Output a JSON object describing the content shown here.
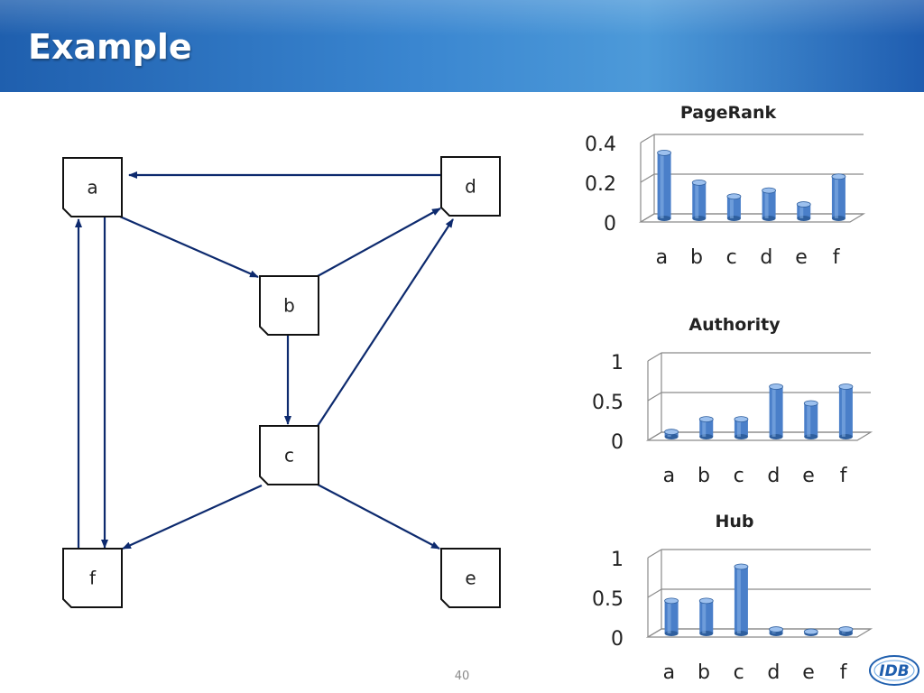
{
  "slide": {
    "title": "Example",
    "page_number": "40"
  },
  "graph": {
    "nodes": [
      {
        "id": "a",
        "label": "a"
      },
      {
        "id": "b",
        "label": "b"
      },
      {
        "id": "c",
        "label": "c"
      },
      {
        "id": "d",
        "label": "d"
      },
      {
        "id": "e",
        "label": "e"
      },
      {
        "id": "f",
        "label": "f"
      }
    ],
    "edges": [
      {
        "from": "a",
        "to": "b"
      },
      {
        "from": "a",
        "to": "f"
      },
      {
        "from": "b",
        "to": "c"
      },
      {
        "from": "b",
        "to": "d"
      },
      {
        "from": "c",
        "to": "d"
      },
      {
        "from": "c",
        "to": "e"
      },
      {
        "from": "c",
        "to": "f"
      },
      {
        "from": "d",
        "to": "a"
      },
      {
        "from": "f",
        "to": "a"
      }
    ],
    "colors": {
      "edge": "#0d2a6e",
      "node_border": "#111111",
      "node_fill": "#ffffff"
    }
  },
  "chart_data": [
    {
      "type": "bar",
      "title": "PageRank",
      "categories": [
        "a",
        "b",
        "c",
        "d",
        "e",
        "f"
      ],
      "values": [
        0.33,
        0.18,
        0.11,
        0.14,
        0.07,
        0.21
      ],
      "ylim": [
        0,
        0.4
      ],
      "yticks": [
        "0",
        "0.2",
        "0.4"
      ],
      "grid": true,
      "color": "#4a7fc9"
    },
    {
      "type": "bar",
      "title": "Authority",
      "categories": [
        "a",
        "b",
        "c",
        "d",
        "e",
        "f"
      ],
      "values": [
        0.06,
        0.22,
        0.22,
        0.63,
        0.42,
        0.63
      ],
      "ylim": [
        0,
        1
      ],
      "yticks": [
        "0",
        "0.5",
        "1"
      ],
      "grid": true,
      "color": "#4a7fc9"
    },
    {
      "type": "bar",
      "title": "Hub",
      "categories": [
        "a",
        "b",
        "c",
        "d",
        "e",
        "f"
      ],
      "values": [
        0.41,
        0.41,
        0.84,
        0.05,
        0.01,
        0.05
      ],
      "ylim": [
        0,
        1
      ],
      "yticks": [
        "0",
        "0.5",
        "1"
      ],
      "grid": true,
      "color": "#4a7fc9"
    }
  ],
  "logo": {
    "text": "IDB",
    "icon": "idb-logo-icon"
  }
}
